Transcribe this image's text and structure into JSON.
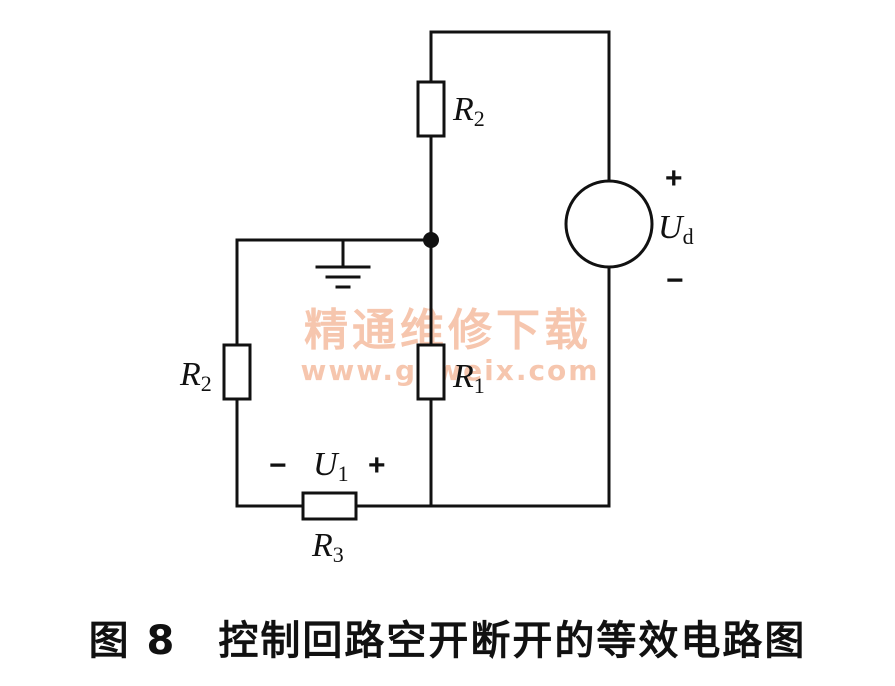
{
  "diagram": {
    "labels": {
      "r2_top": "R",
      "r2_top_sub": "2",
      "r2_left": "R",
      "r2_left_sub": "2",
      "r1": "R",
      "r1_sub": "1",
      "r3": "R",
      "r3_sub": "3",
      "u1": "U",
      "u1_sub": "1",
      "ud": "U",
      "ud_sub": "d"
    },
    "signs": {
      "u1_minus": "−",
      "u1_plus": "+",
      "ud_plus": "+",
      "ud_minus": "−"
    },
    "watermark": {
      "line1": "精通维修下载",
      "line2": "www.gzweix.com"
    }
  },
  "caption": "图 8　控制回路空开断开的等效电路图"
}
